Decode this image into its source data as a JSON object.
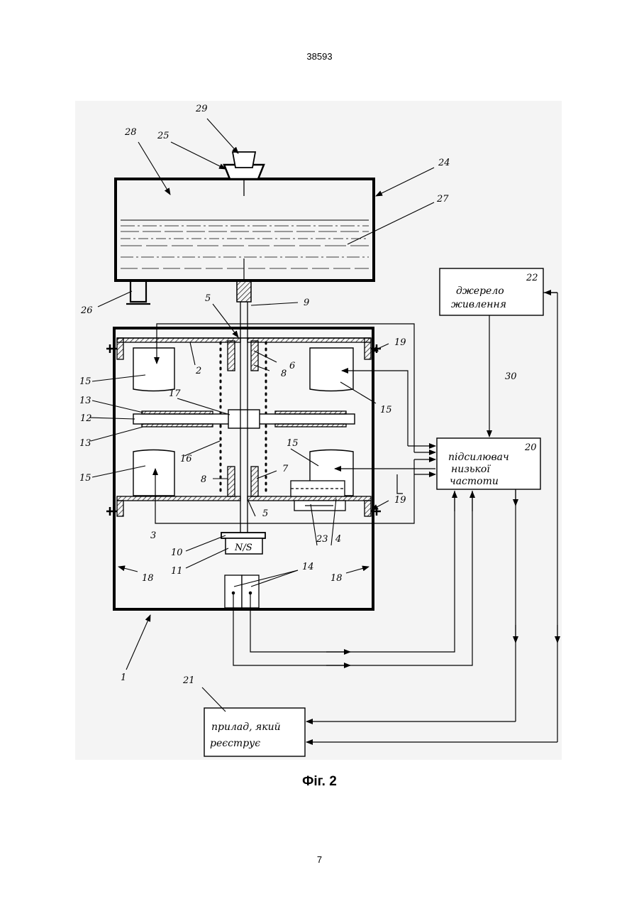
{
  "page": {
    "header_number": "38593",
    "caption": "Фіг. 2",
    "page_number": "7"
  },
  "figure": {
    "blocks": {
      "power_source": [
        "джерело",
        "живлення"
      ],
      "amplifier": [
        "підсилювач",
        "низької",
        "частоти"
      ],
      "recorder": [
        "прилад, який",
        "реєструє"
      ]
    },
    "magnet_label": "N/S",
    "numerals": {
      "n1": "1",
      "n2": "2",
      "n3": "3",
      "n4": "4",
      "n5a": "5",
      "n5b": "5",
      "n6": "6",
      "n7": "7",
      "n8a": "8",
      "n8b": "8",
      "n9": "9",
      "n10": "10",
      "n11": "11",
      "n12": "12",
      "n13a": "13",
      "n13b": "13",
      "n14": "14",
      "n15a": "15",
      "n15b": "15",
      "n15c": "15",
      "n15d": "15",
      "n16": "16",
      "n17": "17",
      "n18a": "18",
      "n18b": "18",
      "n19a": "19",
      "n19b": "19",
      "n20": "20",
      "n21": "21",
      "n22": "22",
      "n23": "23",
      "n24": "24",
      "n25": "25",
      "n26": "26",
      "n27": "27",
      "n28": "28",
      "n29": "29",
      "n30": "30"
    }
  }
}
